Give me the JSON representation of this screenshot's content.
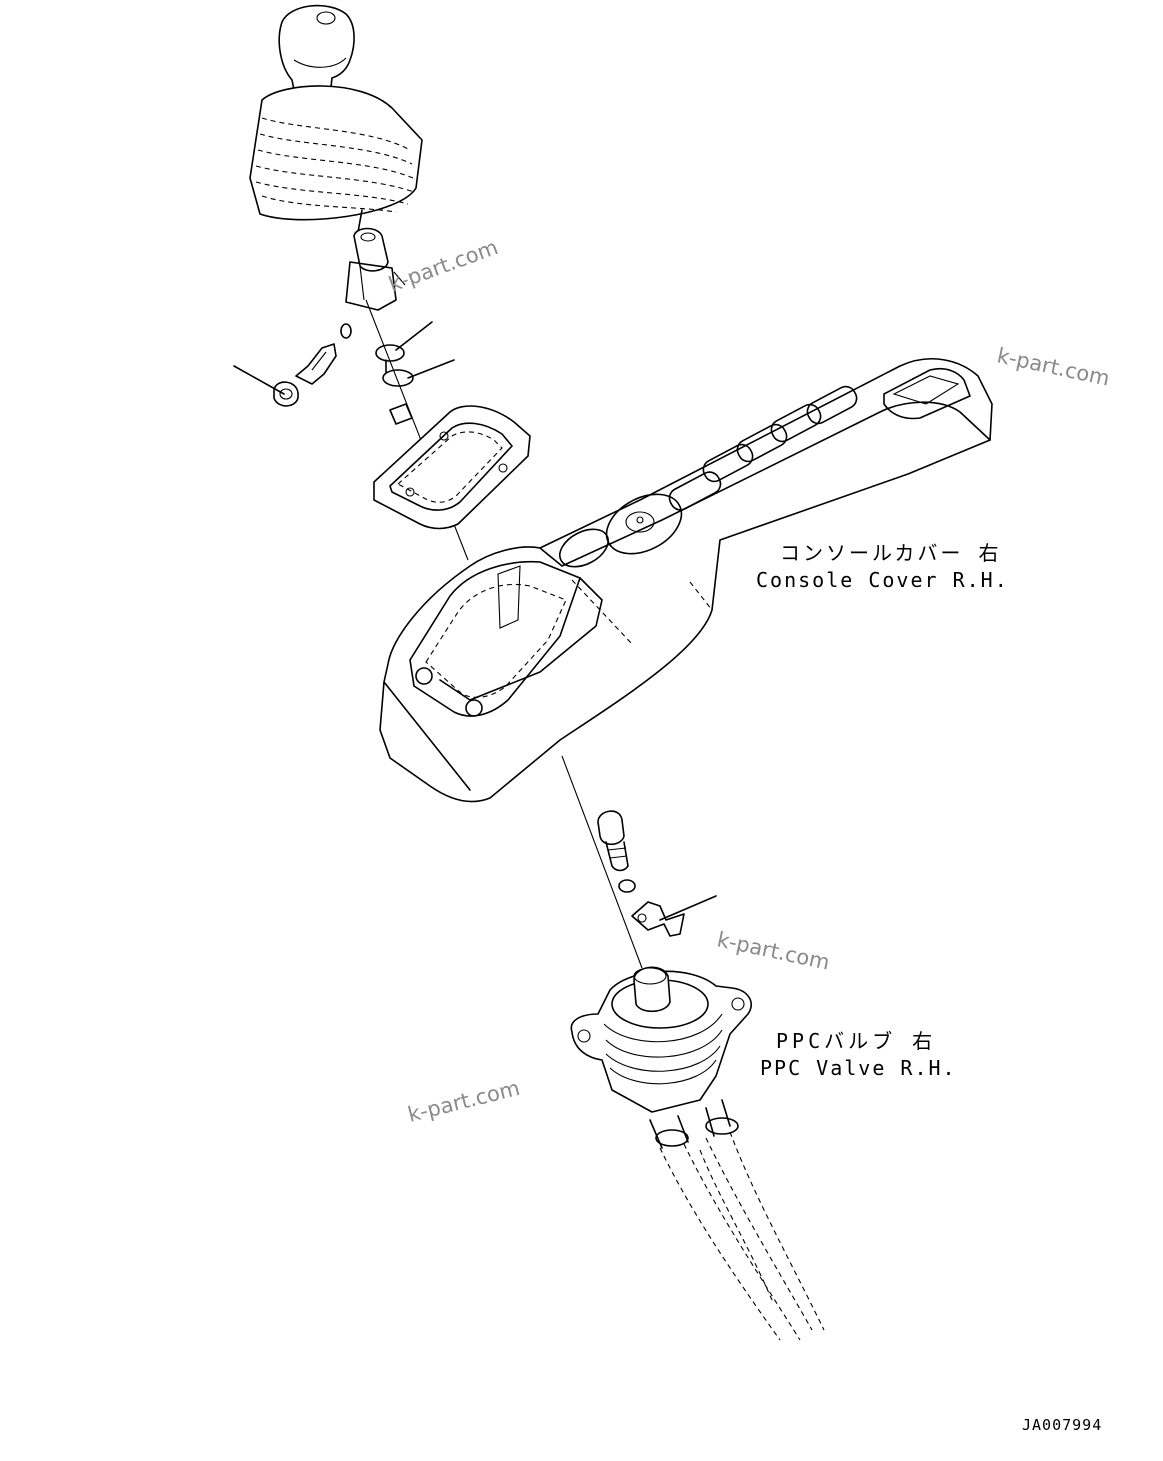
{
  "labels": {
    "console_jp": "コンソールカバー 右",
    "console_en": "Console Cover R.H.",
    "valve_jp": "PPCバルブ 右",
    "valve_en": "PPC Valve R.H.",
    "code": "JA007994"
  },
  "watermarks": [
    "k-part.com",
    "k-part.com",
    "k-part.com",
    "k-part.com"
  ]
}
